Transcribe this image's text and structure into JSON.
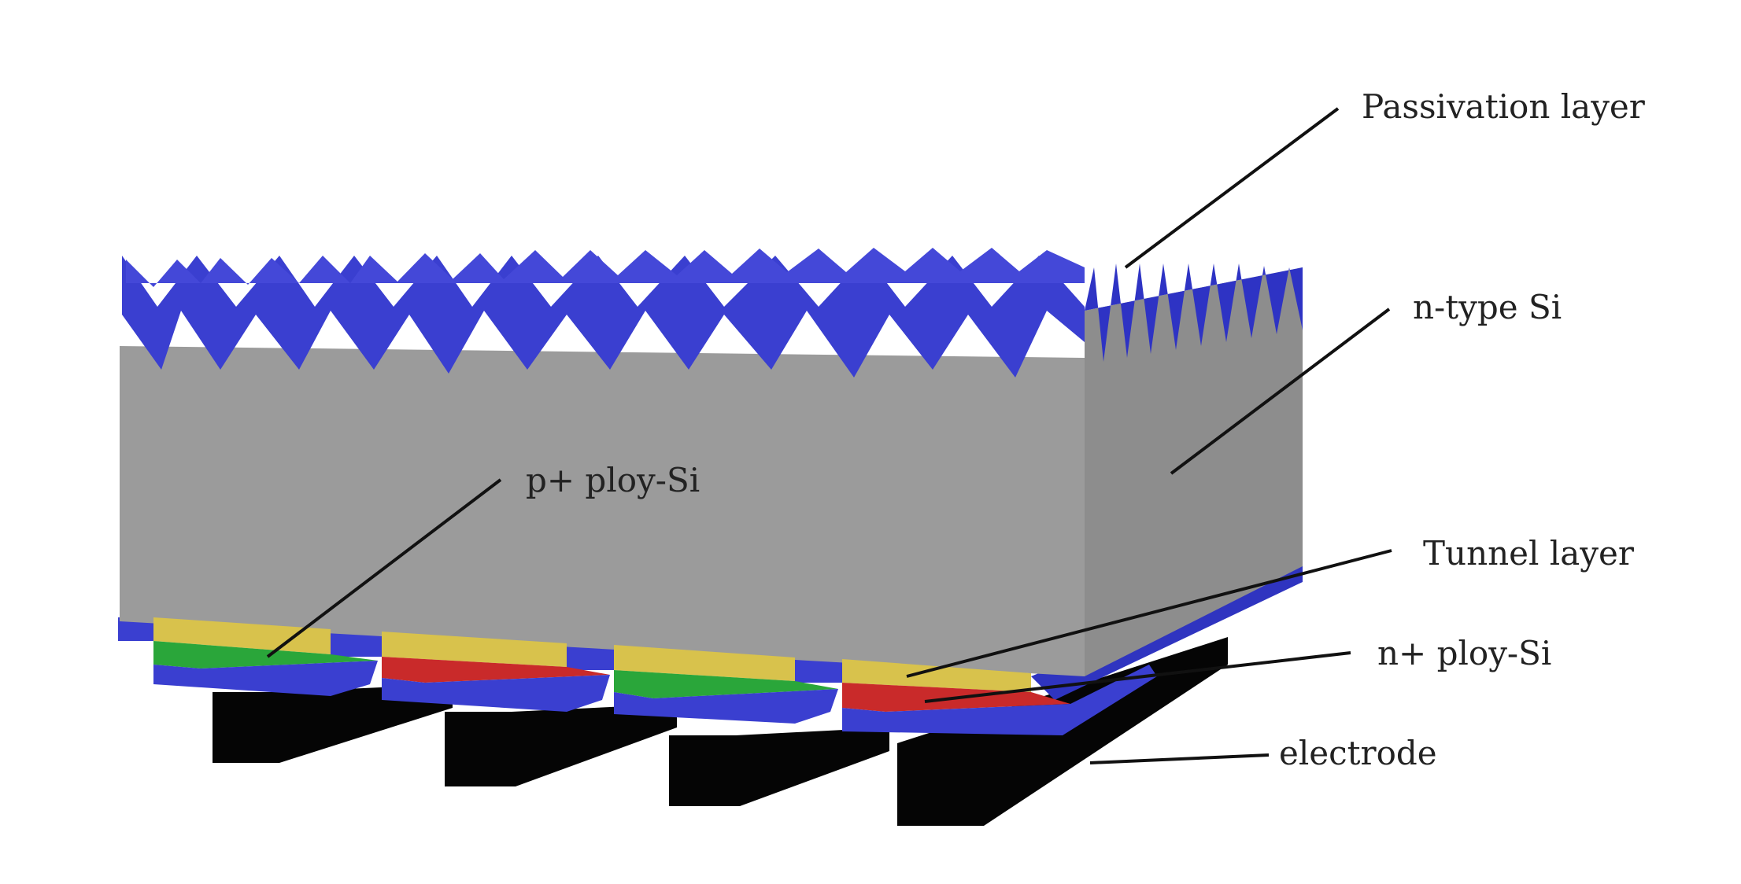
{
  "labels": {
    "passivation": "Passivation layer",
    "ntype": "n-type Si",
    "pplus": "p+ ploy-Si",
    "tunnel": "Tunnel layer",
    "nplus": "n+ ploy-Si",
    "electrode": "electrode"
  },
  "colors": {
    "background": "#ffffff",
    "silicon": "#9b9b9b",
    "silicon_side": "#8c8c8c",
    "passivation": "#3a3fd0",
    "passivation_dark": "#2a2ea8",
    "tunnel": "#d8c24c",
    "p_poly": "#2aa63a",
    "n_poly": "#c92a2a",
    "electrode": "#050505",
    "leader": "#111111"
  },
  "finger_order": [
    "p+",
    "n+",
    "p+",
    "n+"
  ]
}
